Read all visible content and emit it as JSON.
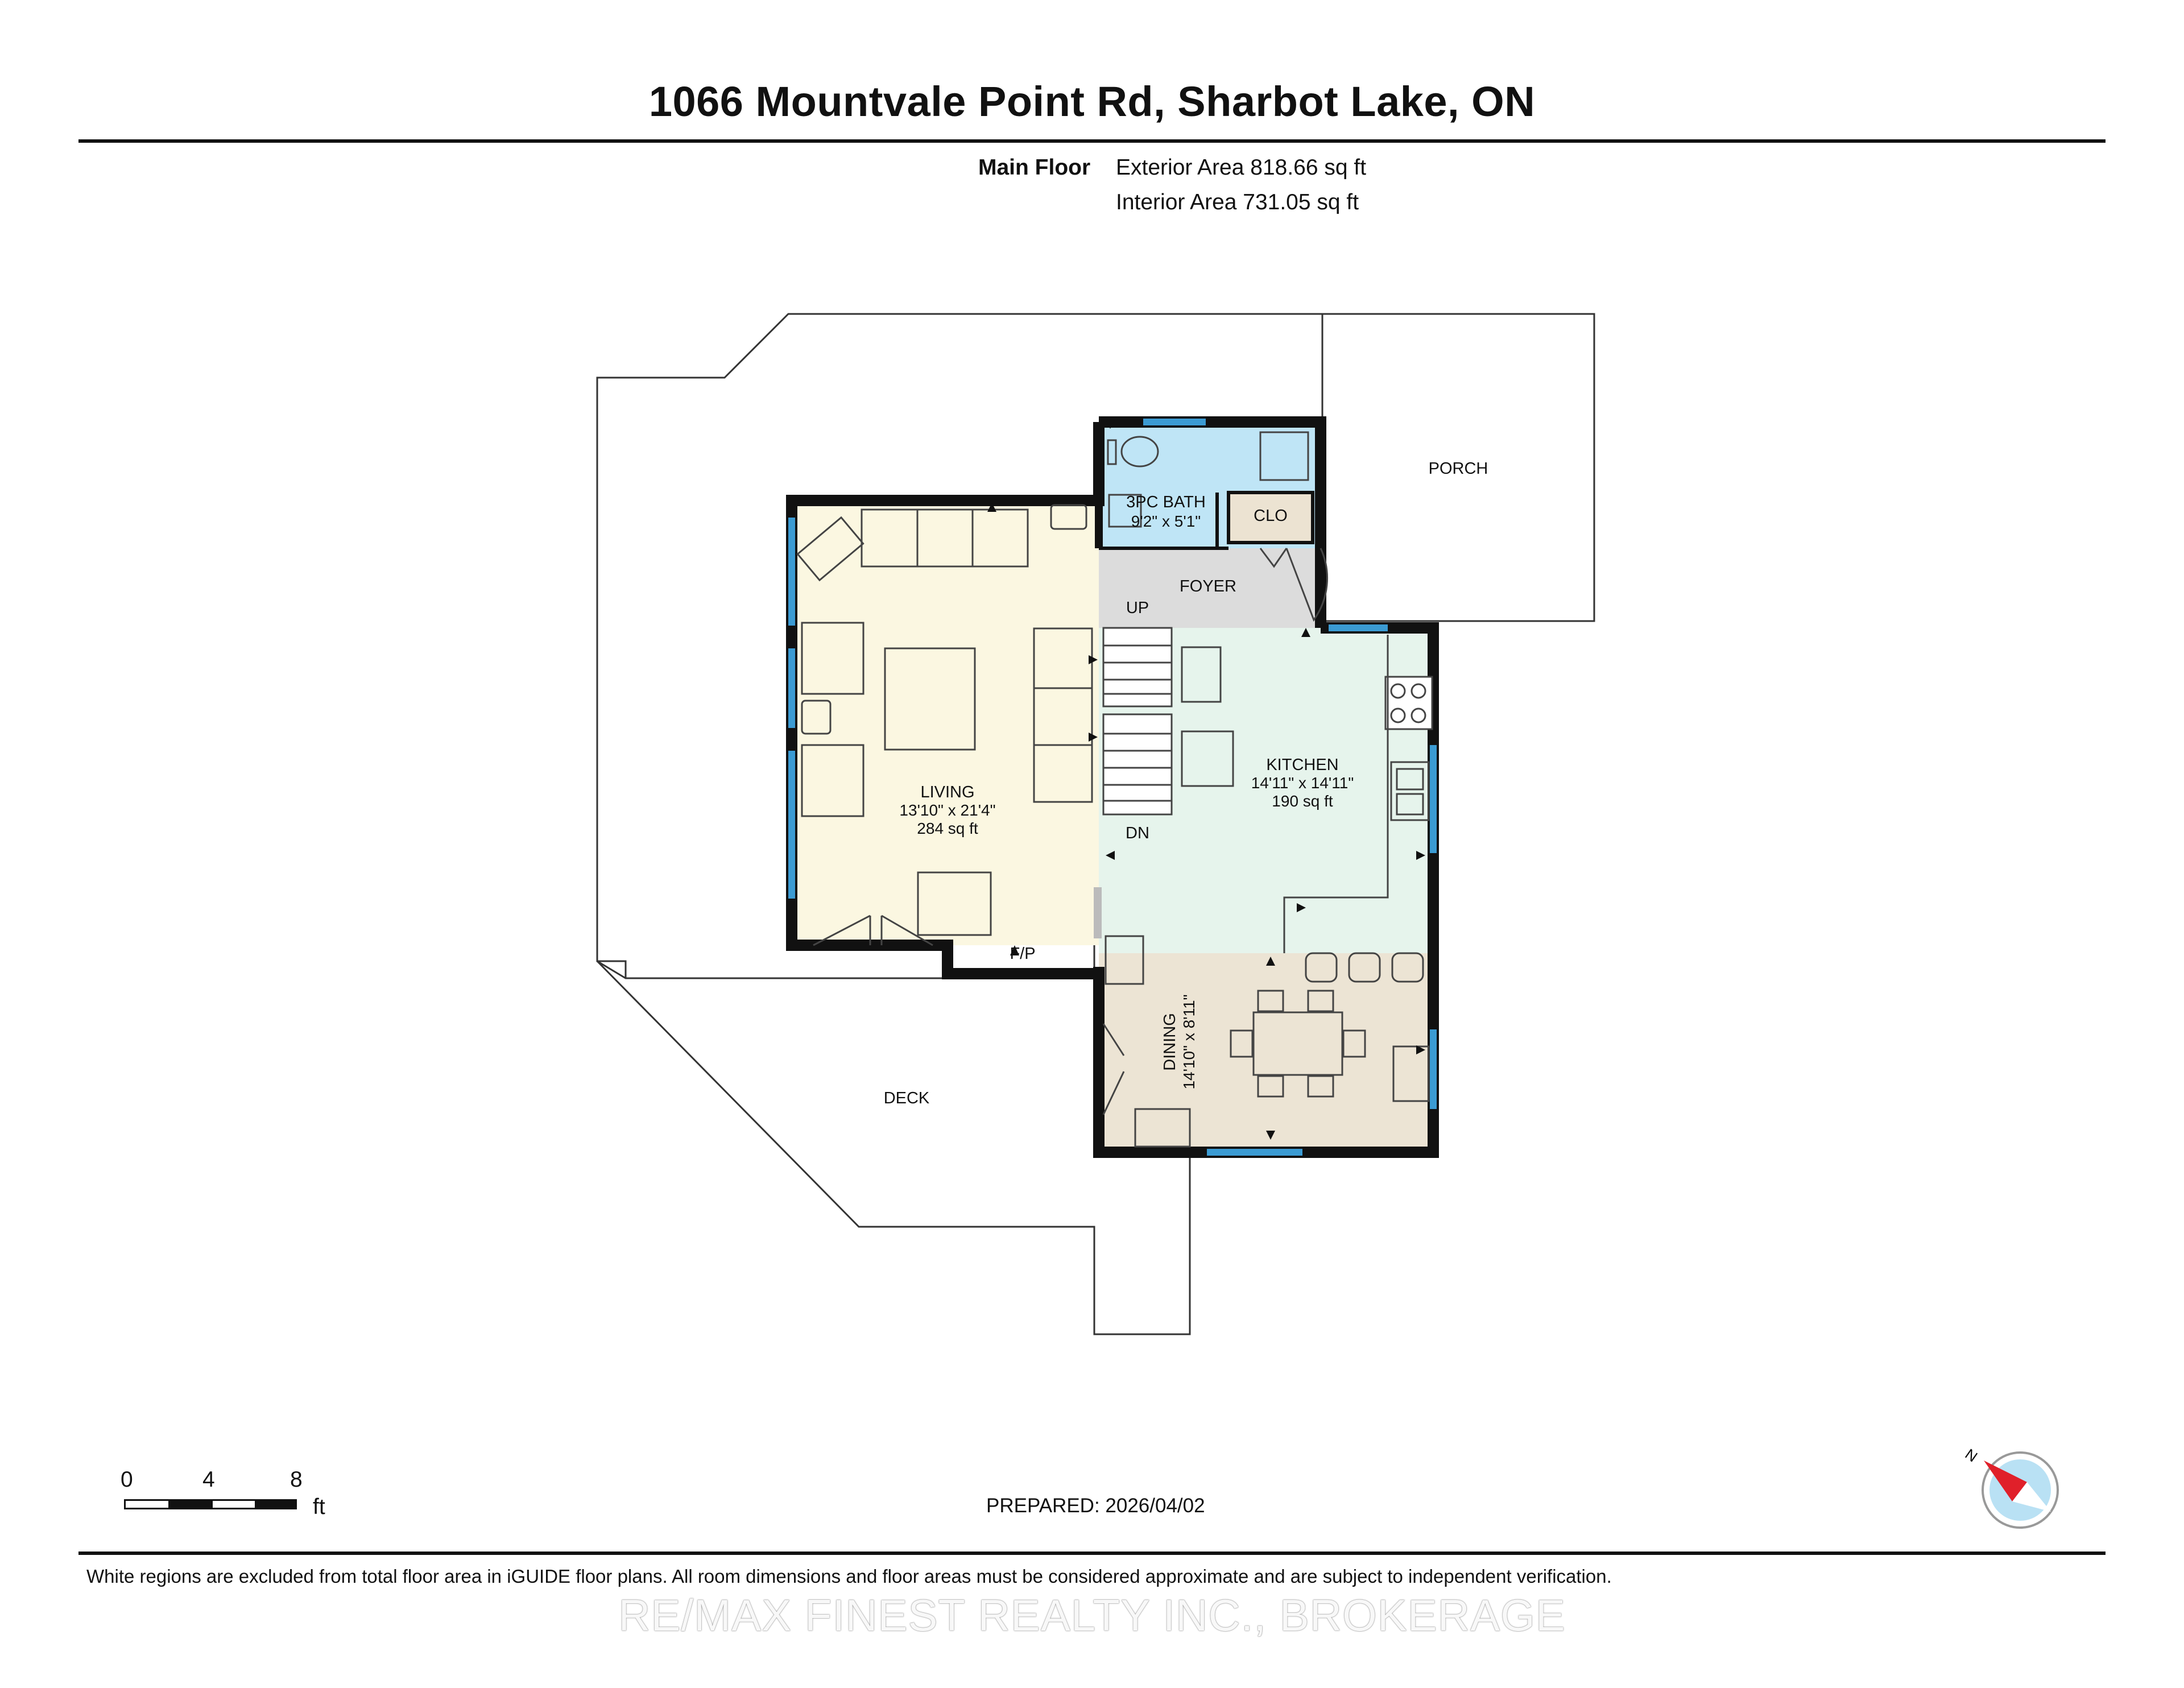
{
  "title": "1066 Mountvale Point Rd, Sharbot Lake, ON",
  "floor": {
    "name": "Main Floor",
    "exterior_area": "Exterior Area 818.66 sq ft",
    "interior_area": "Interior Area 731.05 sq ft"
  },
  "rooms": {
    "porch": {
      "name": "PORCH"
    },
    "bath": {
      "name": "3PC BATH",
      "dims": "9'2\" x 5'1\""
    },
    "closet": {
      "name": "CLO"
    },
    "foyer": {
      "name": "FOYER"
    },
    "stairs_up": {
      "name": "UP"
    },
    "stairs_down": {
      "name": "DN"
    },
    "living": {
      "name": "LIVING",
      "dims": "13'10\" x 21'4\"",
      "area": "284 sq ft"
    },
    "kitchen": {
      "name": "KITCHEN",
      "dims": "14'11\" x 14'11\"",
      "area": "190 sq ft"
    },
    "dining": {
      "name": "DINING",
      "dims": "14'10\" x 8'11\""
    },
    "fireplace": {
      "name": "F/P"
    },
    "deck": {
      "name": "DECK"
    }
  },
  "scale": {
    "ticks": [
      "0",
      "4",
      "8"
    ],
    "unit": "ft"
  },
  "prepared": "PREPARED: 2026/04/02",
  "disclaimer": "White regions are excluded from total floor area in iGUIDE floor plans. All room dimensions and floor areas must be considered approximate and are subject to independent verification.",
  "watermark": "RE/MAX FINEST REALTY INC., BROKERAGE",
  "compass": {
    "label": "N"
  },
  "colors": {
    "living": "#fbf7e1",
    "kitchen": "#e6f4ec",
    "dining": "#ece4d4",
    "bath": "#bfe5f6",
    "closet": "#ece3d2",
    "foyer": "#dcdcdc",
    "wall": "#111111",
    "window": "#3b9bd3",
    "compass_arrow": "#e0202a",
    "compass_fill": "#b9e1f4"
  }
}
